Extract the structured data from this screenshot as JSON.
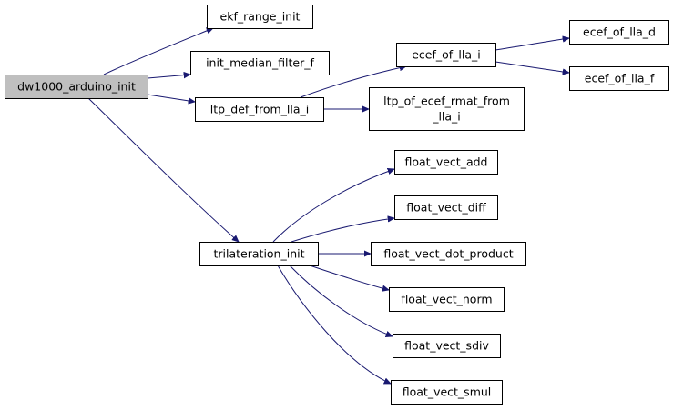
{
  "graph": {
    "nodes": {
      "dw1000_arduino_init": "dw1000_arduino_init",
      "ekf_range_init": "ekf_range_init",
      "init_median_filter_f": "init_median_filter_f",
      "ltp_def_from_lla_i": "ltp_def_from_lla_i",
      "ecef_of_lla_i": "ecef_of_lla_i",
      "ecef_of_lla_d": "ecef_of_lla_d",
      "ecef_of_lla_f": "ecef_of_lla_f",
      "ltp_of_ecef_rmat_from_lla_i": [
        "ltp_of_ecef_rmat_from",
        "_lla_i"
      ],
      "trilateration_init": "trilateration_init",
      "float_vect_add": "float_vect_add",
      "float_vect_diff": "float_vect_diff",
      "float_vect_dot_product": "float_vect_dot_product",
      "float_vect_norm": "float_vect_norm",
      "float_vect_sdiv": "float_vect_sdiv",
      "float_vect_smul": "float_vect_smul"
    },
    "root": "dw1000_arduino_init",
    "edges": [
      [
        "dw1000_arduino_init",
        "ekf_range_init"
      ],
      [
        "dw1000_arduino_init",
        "init_median_filter_f"
      ],
      [
        "dw1000_arduino_init",
        "ltp_def_from_lla_i"
      ],
      [
        "dw1000_arduino_init",
        "trilateration_init"
      ],
      [
        "ltp_def_from_lla_i",
        "ecef_of_lla_i"
      ],
      [
        "ltp_def_from_lla_i",
        "ltp_of_ecef_rmat_from_lla_i"
      ],
      [
        "ecef_of_lla_i",
        "ecef_of_lla_d"
      ],
      [
        "ecef_of_lla_i",
        "ecef_of_lla_f"
      ],
      [
        "trilateration_init",
        "float_vect_add"
      ],
      [
        "trilateration_init",
        "float_vect_diff"
      ],
      [
        "trilateration_init",
        "float_vect_dot_product"
      ],
      [
        "trilateration_init",
        "float_vect_norm"
      ],
      [
        "trilateration_init",
        "float_vect_sdiv"
      ],
      [
        "trilateration_init",
        "float_vect_smul"
      ]
    ],
    "colors": {
      "edge": "#191970",
      "node_border": "#000000",
      "root_fill": "#bfbfbf",
      "node_fill": "#ffffff"
    }
  }
}
